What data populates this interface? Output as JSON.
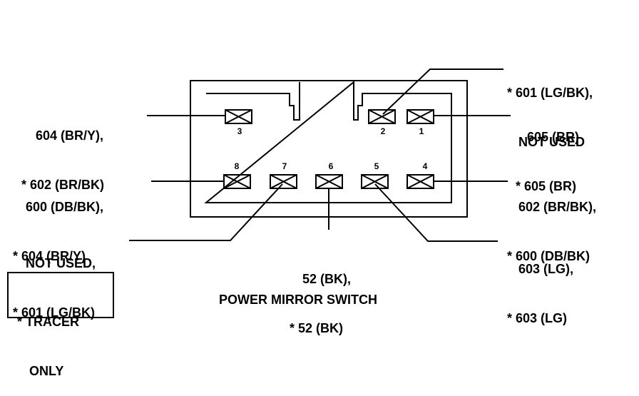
{
  "title": "POWER MIRROR SWITCH",
  "legend": {
    "line1": "* TRACER",
    "line2": "ONLY"
  },
  "pins": [
    "1",
    "2",
    "3",
    "4",
    "5",
    "6",
    "7",
    "8"
  ],
  "labels": {
    "pin2": {
      "line1": "* 601 (LG/BK),",
      "line2": "NOT USED"
    },
    "pin3": {
      "line1": "604 (BR/Y),",
      "line2": "* 602 (BR/BK)"
    },
    "pin1": {
      "line1": "605 (BR)",
      "line2": "* 605 (BR)"
    },
    "pin8": {
      "line1": "600 (DB/BK),",
      "line2": "* 604 (BR/Y)"
    },
    "pin4": {
      "line1": "602 (BR/BK),",
      "line2": "* 600 (DB/BK)"
    },
    "pin7": {
      "line1": "NOT USED,",
      "line2": "* 601 (LG/BK)"
    },
    "pin6": {
      "line1": "52 (BK),",
      "line2": "* 52 (BK)"
    },
    "pin5": {
      "line1": "603 (LG),",
      "line2": "* 603 (LG)"
    }
  }
}
